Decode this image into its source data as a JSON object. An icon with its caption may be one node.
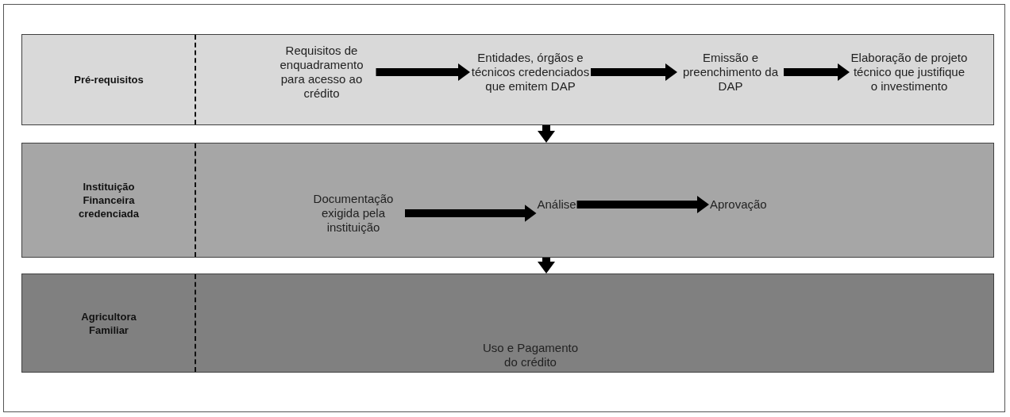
{
  "diagram": {
    "nodes": [
      {
        "text": [
          "Pré-requisitos"
        ]
      },
      {
        "text": [
          "Requisitos de enquadramento para acesso ao crédito"
        ],
        "in": 0
      },
      {
        "text": [
          "Entidades, órgãos e técnicos credenciados que emitem DAP"
        ],
        "in": 0
      },
      {
        "text": [
          "Emissão e preenchimento da DAP"
        ],
        "in": 0
      },
      {
        "text": [
          "Elaboração de projeto técnico que justifique o investimento"
        ],
        "in": 0
      },
      {
        "text": [
          "Instituição Financeira credenciada"
        ]
      },
      {
        "text": [
          "Documentação exigida pela instituição"
        ],
        "in": 5
      },
      {
        "text": [
          "Análise"
        ],
        "in": 5
      },
      {
        "text": [
          "Aprovação"
        ],
        "in": 5
      },
      {
        "text": [
          "Agricultora Familiar"
        ]
      },
      {
        "text": [
          "Uso e Pagamento do crédito"
        ],
        "in": 9
      }
    ],
    "edges": [
      {
        "from": 1,
        "to": 2,
        "arrow": "to"
      },
      {
        "from": 2,
        "to": 3,
        "arrow": "to"
      },
      {
        "from": 3,
        "to": 4,
        "arrow": "to"
      },
      {
        "from": 0,
        "to": 5,
        "arrow": "to"
      },
      {
        "from": 6,
        "to": 7,
        "arrow": "to"
      },
      {
        "from": 7,
        "to": 8,
        "arrow": "to"
      },
      {
        "from": 5,
        "to": 9,
        "arrow": "to"
      }
    ]
  }
}
